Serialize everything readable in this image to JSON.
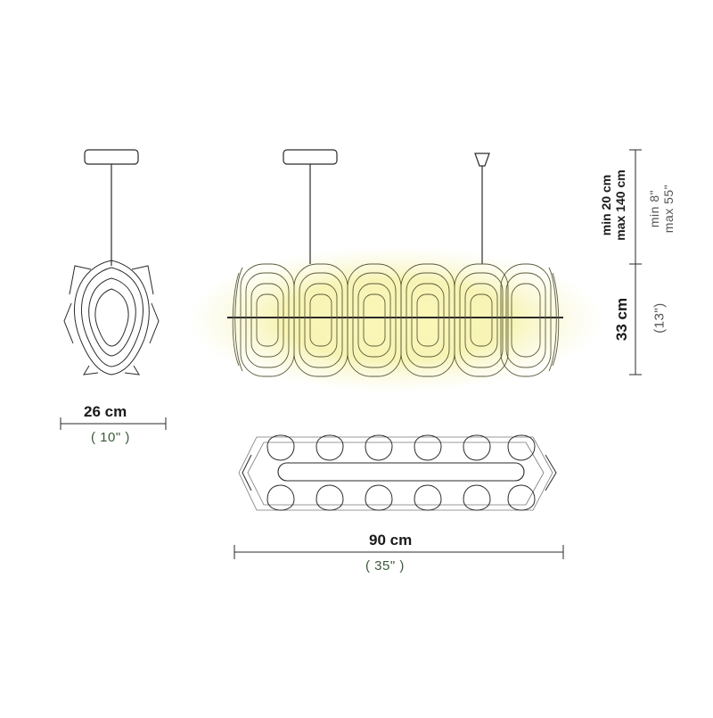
{
  "dimensions": {
    "width_small_metric": "26 cm",
    "width_small_imperial": "( 10\" )",
    "width_large_metric": "90 cm",
    "width_large_imperial": "( 35\" )",
    "height_body_metric": "33 cm",
    "height_body_imperial": "(13\")",
    "cable_metric_min": "min 20 cm",
    "cable_metric_max": "max 140 cm",
    "cable_imperial_min": "min 8\"",
    "cable_imperial_max": "max 55\""
  },
  "colors": {
    "line": "#2a2a2a",
    "glow": "#f3ef9c",
    "imperial_text": "#555555"
  }
}
